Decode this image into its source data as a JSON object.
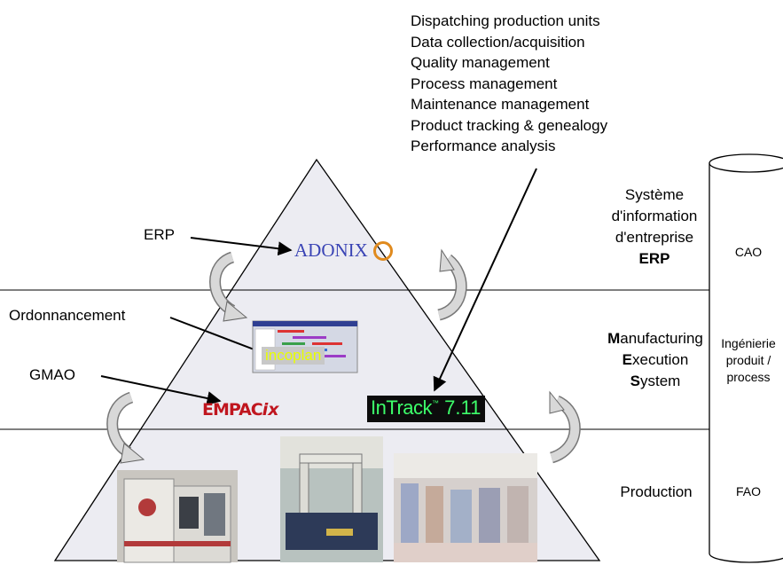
{
  "functions": [
    "Dispatching production units",
    "Data collection/acquisition",
    "Quality management",
    "Process management",
    "Maintenance management",
    "Product tracking & genealogy",
    "Performance analysis"
  ],
  "left_labels": {
    "erp": "ERP",
    "ordonnancement": "Ordonnancement",
    "gmao": "GMAO"
  },
  "logos": {
    "adonix": "ADONIX",
    "incoplan": "incoplan",
    "empacix_a": "EMPAC",
    "empacix_b": "ix",
    "intrack_a": "InTrack",
    "intrack_tm": "™",
    "intrack_b": " 7.11"
  },
  "levels": {
    "top": {
      "line1": "Système",
      "line2": "d'information",
      "line3": "d'entreprise",
      "line4": "ERP"
    },
    "middle": {
      "m1": "M",
      "m2": "anufacturing",
      "e1": "E",
      "e2": "xecution",
      "s1": "S",
      "s2": "ystem"
    },
    "bottom": "Production"
  },
  "cylinder": {
    "top": "CAO",
    "middle_line1": "Ingénierie",
    "middle_line2": "produit /",
    "middle_line3": "process",
    "bottom": "FAO"
  },
  "colors": {
    "pyramid_fill": "#ececf2",
    "empacix_red": "#c0161f",
    "intrack_green": "#3dff6a",
    "adonix_blue": "#3a44b5"
  }
}
